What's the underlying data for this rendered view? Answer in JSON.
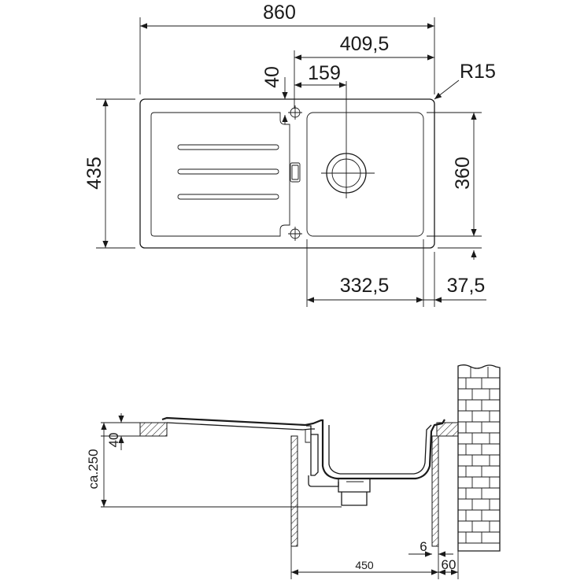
{
  "top_view": {
    "dimensions": {
      "overall_width": "860",
      "bowl_offset_width": "409,5",
      "waste_offset": "159",
      "tap_hole_offset": "40",
      "corner_radius": "R15",
      "overall_depth": "435",
      "bowl_depth": "360",
      "bowl_width": "332,5",
      "rim_width": "37,5"
    }
  },
  "side_view": {
    "dimensions": {
      "rim_height": "40",
      "cabinet_depth": "ca.250",
      "base_cabinet": "450",
      "gap": "6",
      "wall_offset": "60"
    }
  }
}
